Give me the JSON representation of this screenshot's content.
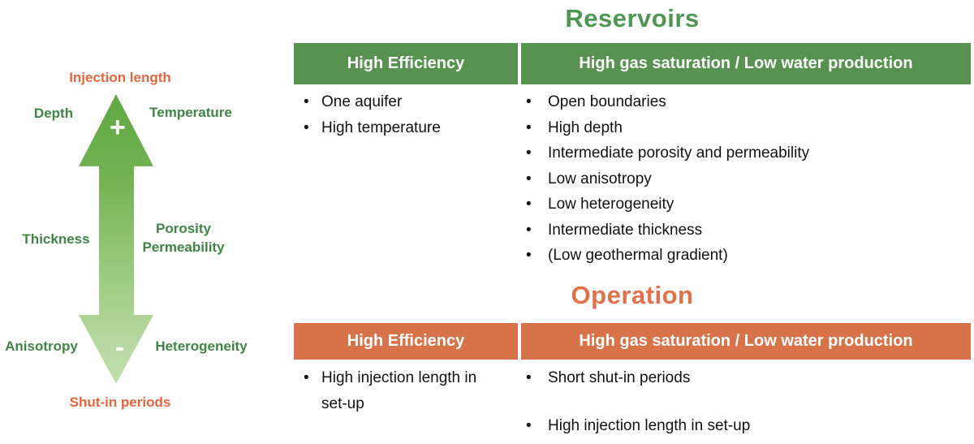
{
  "diagram": {
    "plus": "+",
    "minus": "-",
    "labels": {
      "injection_length": "Injection length",
      "depth": "Depth",
      "temperature": "Temperature",
      "thickness": "Thickness",
      "porosity": "Porosity",
      "permeability": "Permeability",
      "anisotropy": "Anisotropy",
      "heterogeneity": "Heterogeneity",
      "shut_in_periods": "Shut-in periods"
    }
  },
  "glyphs": {
    "bullet": "•"
  },
  "colors": {
    "green_title": "#4F9653",
    "green_header_bg": "#579250",
    "orange_title": "#E0714A",
    "orange_header_bg": "#D87349",
    "label_green": "#3F8545",
    "label_orange": "#E8653C",
    "arrow_gradient_top": "#63A844",
    "arrow_gradient_bottom": "#C0DFAE",
    "header_text": "#FFFFFF",
    "body_text": "#111111"
  },
  "reservoirs": {
    "title": "Reservoirs",
    "headers": [
      "High Efficiency",
      "High gas saturation / Low water production"
    ],
    "col1_items": [
      "One aquifer",
      "High temperature"
    ],
    "col2_items": [
      "Open boundaries",
      "High depth",
      "Intermediate porosity and permeability",
      "Low anisotropy",
      "Low heterogeneity",
      "Intermediate thickness",
      "(Low geothermal gradient)"
    ]
  },
  "operation": {
    "title": "Operation",
    "headers": [
      "High Efficiency",
      "High gas saturation / Low water production"
    ],
    "col1_items": [
      "High injection length in set-up"
    ],
    "col2_items": [
      "Short shut-in periods",
      "High injection length in set-up"
    ]
  }
}
